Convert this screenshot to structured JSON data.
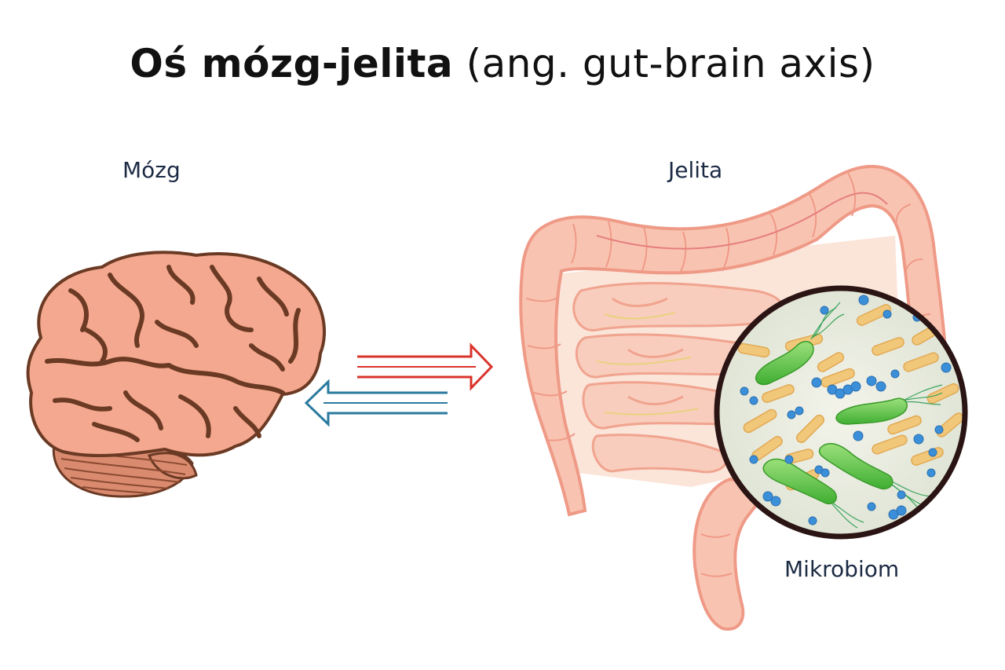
{
  "title": {
    "bold": "Oś mózg-jelita",
    "normal": "(ang. gut-brain axis)"
  },
  "labels": {
    "brain": "Mózg",
    "gut": "Jelita",
    "microbiome": "Mikrobiom"
  },
  "colors": {
    "brain_fill": "#f4a88f",
    "brain_outline": "#6b3a24",
    "gut_fill": "#f8c4b1",
    "gut_outline": "#ef9a87",
    "arrow_to_gut": "#d9342b",
    "arrow_to_brain": "#2a7a9e",
    "bacteria_green": "#63c64a",
    "rod_yellow": "#f1c779",
    "cocci_blue": "#3b8fd9",
    "lens_ring": "#2a1414"
  }
}
